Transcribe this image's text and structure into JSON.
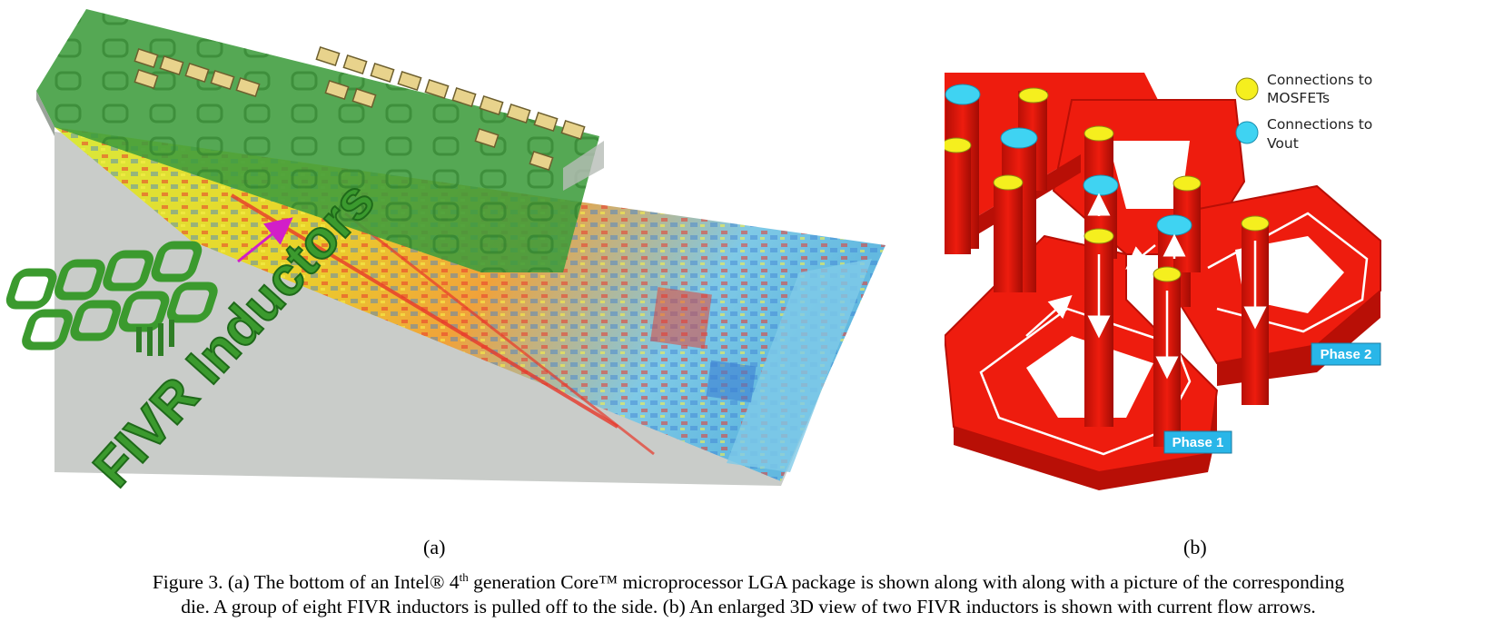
{
  "figure_a": {
    "sublabel": "(a)",
    "inductor_label": "FIVR Inductors",
    "colors": {
      "package_green": "#3e9c3c",
      "die_yellow": "#e9e63a",
      "die_red": "#e8392b",
      "die_cyan": "#5fc7e8",
      "arrow_magenta": "#d21ec8",
      "inductor_green": "#3b9a2e"
    }
  },
  "figure_b": {
    "sublabel": "(b)",
    "legend": [
      {
        "label_line1": "Connections to",
        "label_line2": "MOSFETs",
        "color": "#f5ef1e"
      },
      {
        "label_line1": "Connections to",
        "label_line2": "Vout",
        "color": "#3fd3f2"
      }
    ],
    "phases": [
      "Phase 1",
      "Phase 2"
    ],
    "colors": {
      "inductor_red": "#ee1c0e",
      "inductor_dark_red": "#b80f06",
      "phase_box": "#29b6e8",
      "arrow": "#ffffff"
    }
  },
  "caption": {
    "p1": "Figure 3.    (a) The bottom of an Intel® 4",
    "sup": "th",
    "p2": " generation Core™ microprocessor LGA package is shown along with along with a picture of the corresponding",
    "line2": "die. A group of eight FIVR inductors is pulled off to the side.  (b) An enlarged 3D view of two FIVR inductors is shown with current flow arrows."
  }
}
